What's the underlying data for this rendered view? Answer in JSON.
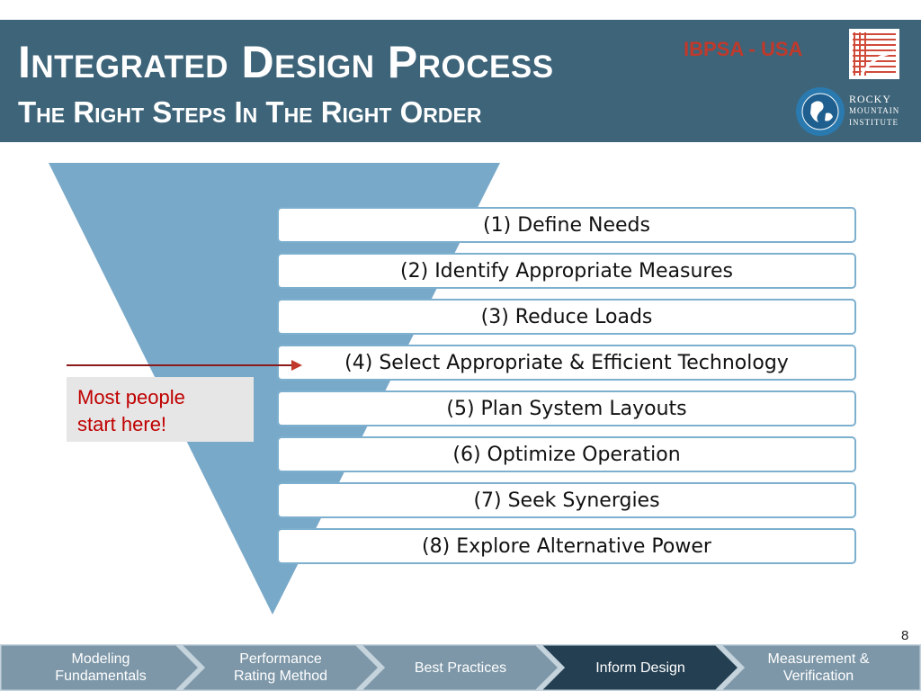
{
  "header": {
    "title": "Integrated Design Process",
    "subtitle": "The Right Steps In The Right Order",
    "ibpsa_text": "IBPSA - USA",
    "rmi_lines": [
      "ROCKY",
      "MOUNTAIN",
      "INSTITUTE"
    ]
  },
  "steps": [
    "(1) Define Needs",
    "(2) Identify Appropriate Measures",
    "(3) Reduce Loads",
    "(4) Select Appropriate & Efficient Technology",
    "(5) Plan System Layouts",
    "(6) Optimize Operation",
    "(7) Seek Synergies",
    "(8) Explore Alternative Power"
  ],
  "callout": {
    "line1": "Most people",
    "line2": "start here!"
  },
  "page_number": "8",
  "nav": {
    "items": [
      {
        "line1": "Modeling",
        "line2": "Fundamentals",
        "active": false
      },
      {
        "line1": "Performance",
        "line2": "Rating Method",
        "active": false
      },
      {
        "line1": "Best Practices",
        "line2": "",
        "active": false
      },
      {
        "line1": "Inform Design",
        "line2": "",
        "active": true
      },
      {
        "line1": "Measurement &",
        "line2": "Verification",
        "active": false
      }
    ]
  },
  "colors": {
    "header_bg": "#3e6479",
    "funnel": "#79a9c9",
    "accent_red": "#c00000",
    "nav_inactive": "#7d97a8",
    "nav_active": "#243f52"
  }
}
